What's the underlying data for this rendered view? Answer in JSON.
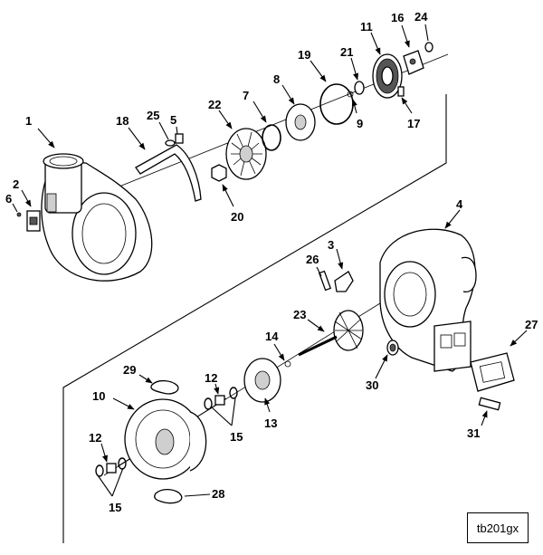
{
  "figure_id": "tb201gx",
  "callouts": [
    "1",
    "2",
    "3",
    "4",
    "5",
    "6",
    "7",
    "8",
    "9",
    "10",
    "11",
    "12",
    "12",
    "13",
    "14",
    "15",
    "15",
    "16",
    "17",
    "18",
    "19",
    "20",
    "21",
    "22",
    "23",
    "24",
    "25",
    "26",
    "27",
    "28",
    "29",
    "30",
    "31"
  ]
}
